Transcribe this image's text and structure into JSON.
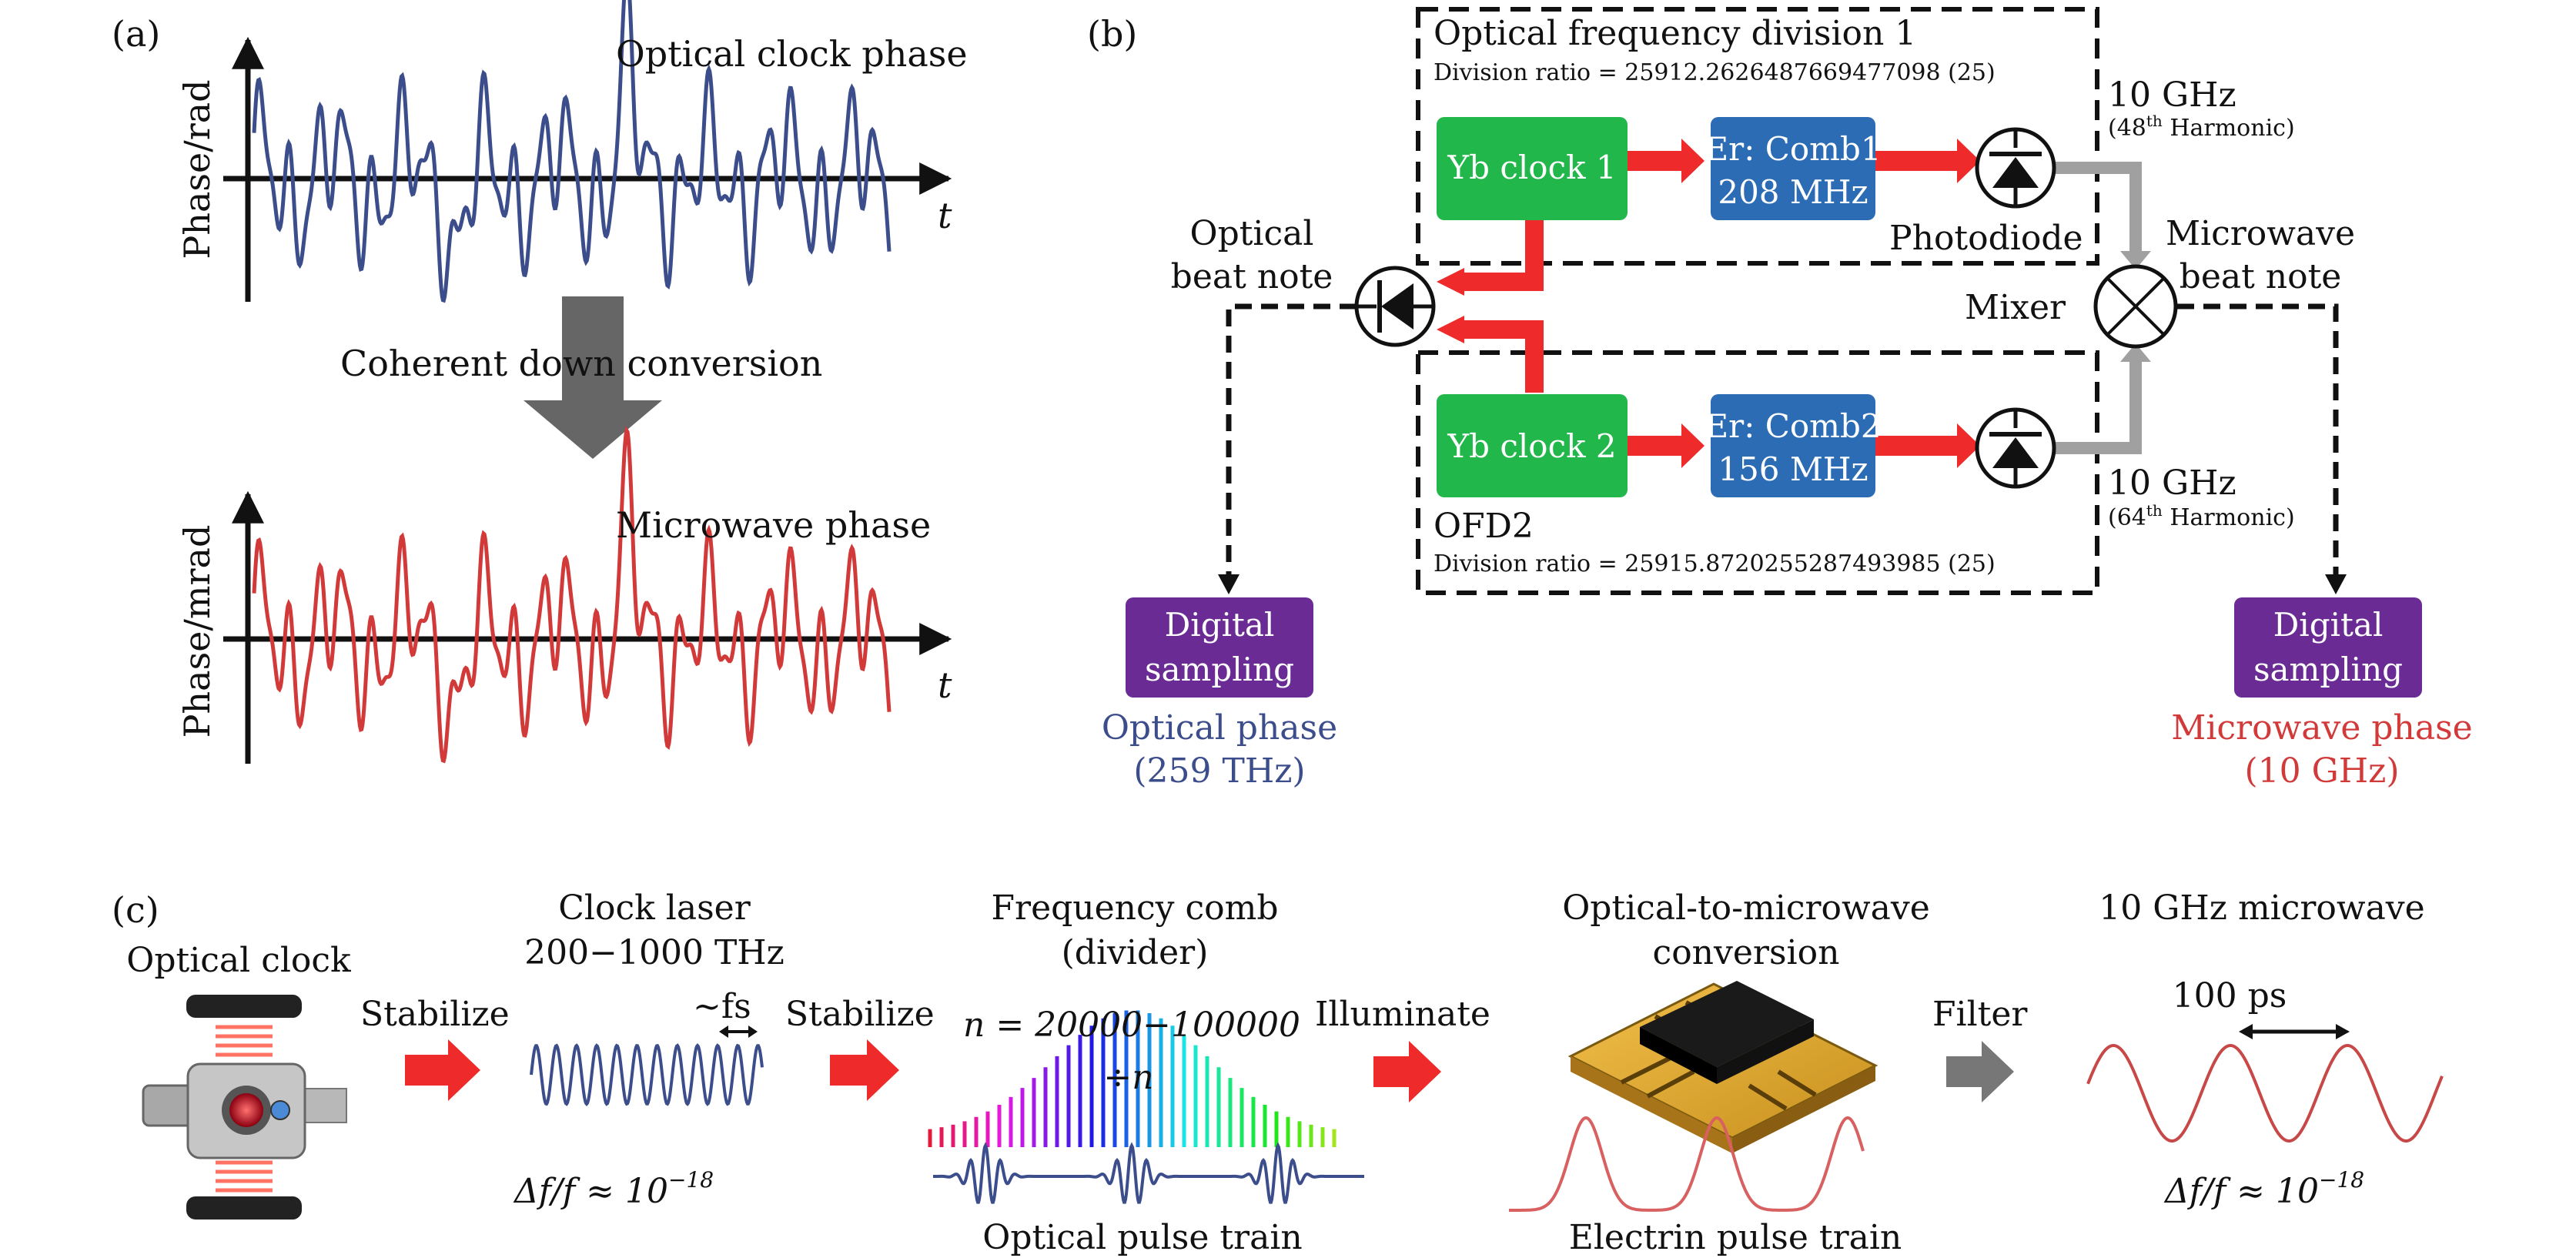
{
  "panel_a": {
    "label": "(a)",
    "top_ylabel": "Phase/rad",
    "top_series_label": "Optical clock phase",
    "top_color": "#3c4d8c",
    "bottom_ylabel": "Phase/mrad",
    "bottom_series_label": "Microwave phase",
    "bottom_color": "#d23a3a",
    "x_label": "t",
    "arrow_label": "Coherent down conversion"
  },
  "panel_b": {
    "label": "(b)",
    "ofd1_title": "Optical frequency division 1",
    "ofd1_ratio": "Division ratio = 25912.2626487669477098 (25)",
    "ofd2_title": "OFD2",
    "ofd2_ratio": "Division ratio = 25915.8720255287493985 (25)",
    "yb1": "Yb clock 1",
    "yb2": "Yb clock 2",
    "comb1_line1": "Er: Comb1",
    "comb1_line2": "208 MHz",
    "comb2_line1": "Er: Comb2",
    "comb2_line2": "156 MHz",
    "photodiode": "Photodiode",
    "ghz_top": "10 GHz",
    "harm_top_pre": "(48",
    "harm_top_sup": "th",
    "harm_top_post": " Harmonic)",
    "ghz_bottom": "10 GHz",
    "harm_bottom_pre": "(64",
    "harm_bottom_sup": "th",
    "harm_bottom_post": " Harmonic)",
    "optical_beat_1": "Optical",
    "optical_beat_2": "beat note",
    "micro_beat_1": "Microwave",
    "micro_beat_2": "beat note",
    "mixer": "Mixer",
    "digital_1": "Digital",
    "digital_2": "sampling",
    "optical_phase_1": "Optical phase",
    "optical_phase_2": "(259 THz)",
    "micro_phase_1": "Microwave phase",
    "micro_phase_2": "(10 GHz)",
    "colors": {
      "green": "#22b74a",
      "blue": "#2b6cb5",
      "purple": "#6a2c94",
      "red": "#ee2a2a",
      "gray": "#a0a0a0",
      "optical_text": "#3c4d8c",
      "micro_text": "#d23a3a"
    }
  },
  "panel_c": {
    "label": "(c)",
    "optical_clock": "Optical clock",
    "stabilize_1": "Stabilize",
    "clock_laser_1": "Clock laser",
    "clock_laser_2": "200−1000 THz",
    "fs": "~fs",
    "delta_left": "Δf/f ≈ 10",
    "delta_left_exp": "−18",
    "stabilize_2": "Stabilize",
    "freq_comb_1": "Frequency comb",
    "freq_comb_2": "(divider)",
    "n_range": "n = 20000−100000",
    "div_n": "÷n",
    "optical_pulse": "Optical pulse train",
    "illuminate": "Illuminate",
    "o2m_1": "Optical-to-microwave",
    "o2m_2": "conversion",
    "electrin": "Electrin pulse train",
    "filter": "Filter",
    "ghz10": "10 GHz microwave",
    "ps100": "100 ps",
    "delta_right": "Δf/f ≈ 10",
    "delta_right_exp": "−18"
  }
}
